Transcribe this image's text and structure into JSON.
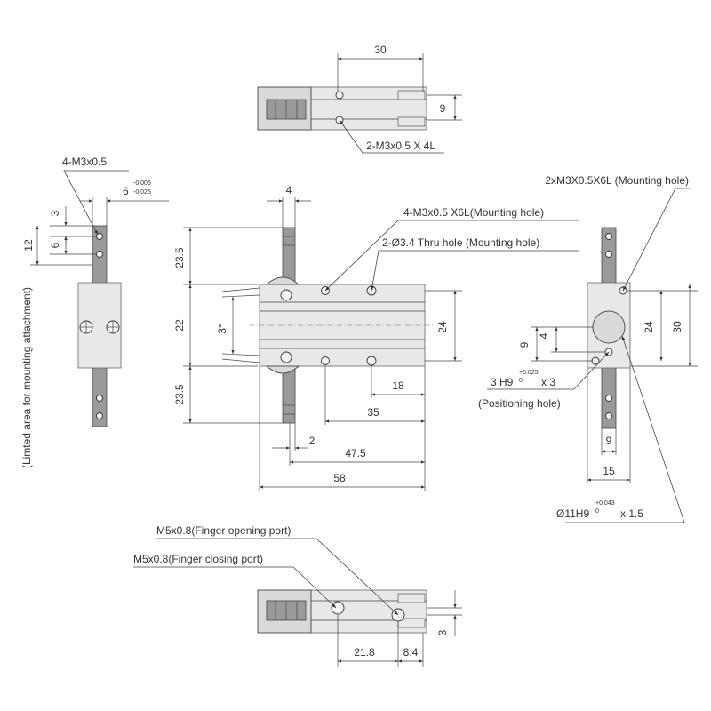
{
  "top_view": {
    "dim_width": "30",
    "dim_spacing": "9",
    "callout": "2-M3x0.5 X 4L"
  },
  "left_view": {
    "callout": "4-M3x0.5",
    "dim_width": "6",
    "dim_width_tol_upper": "-0.005",
    "dim_width_tol_lower": "-0.025",
    "dim_3": "3",
    "dim_6": "6",
    "dim_12": "12",
    "note": "(Limted area for mounting attachment)"
  },
  "front_view": {
    "dim_4": "4",
    "dim_23_5_top": "23.5",
    "dim_22": "22",
    "dim_3deg": "3°",
    "dim_23_5_bottom": "23.5",
    "dim_24": "24",
    "dim_18": "18",
    "dim_35": "35",
    "dim_2": "2",
    "dim_47_5": "47.5",
    "dim_58": "58",
    "callout_m3": "4-M3x0.5 X6L(Mounting hole)",
    "callout_thru": "2-Ø3.4 Thru hole (Mounting hole)"
  },
  "right_view": {
    "callout_mount": "2xM3X0.5X6L (Mounting hole)",
    "dim_9_vert": "9",
    "dim_4": "4",
    "dim_24": "24",
    "dim_30": "30",
    "positioning_main": "3 H9",
    "positioning_tol_upper": "+0.025",
    "positioning_tol_lower": "0",
    "positioning_suffix": "x 3",
    "positioning_label": "(Positioning hole)",
    "dim_9_horiz": "9",
    "dim_15": "15",
    "bore_main": "Ø11H9",
    "bore_tol_upper": "+0.043",
    "bore_tol_lower": "0",
    "bore_suffix": "x 1.5"
  },
  "bottom_view": {
    "port_open": "M5x0.8(Finger opening port)",
    "port_close": "M5x0.8(Finger closing port)",
    "dim_21_8": "21.8",
    "dim_8_4": "8.4",
    "dim_3": "3"
  }
}
